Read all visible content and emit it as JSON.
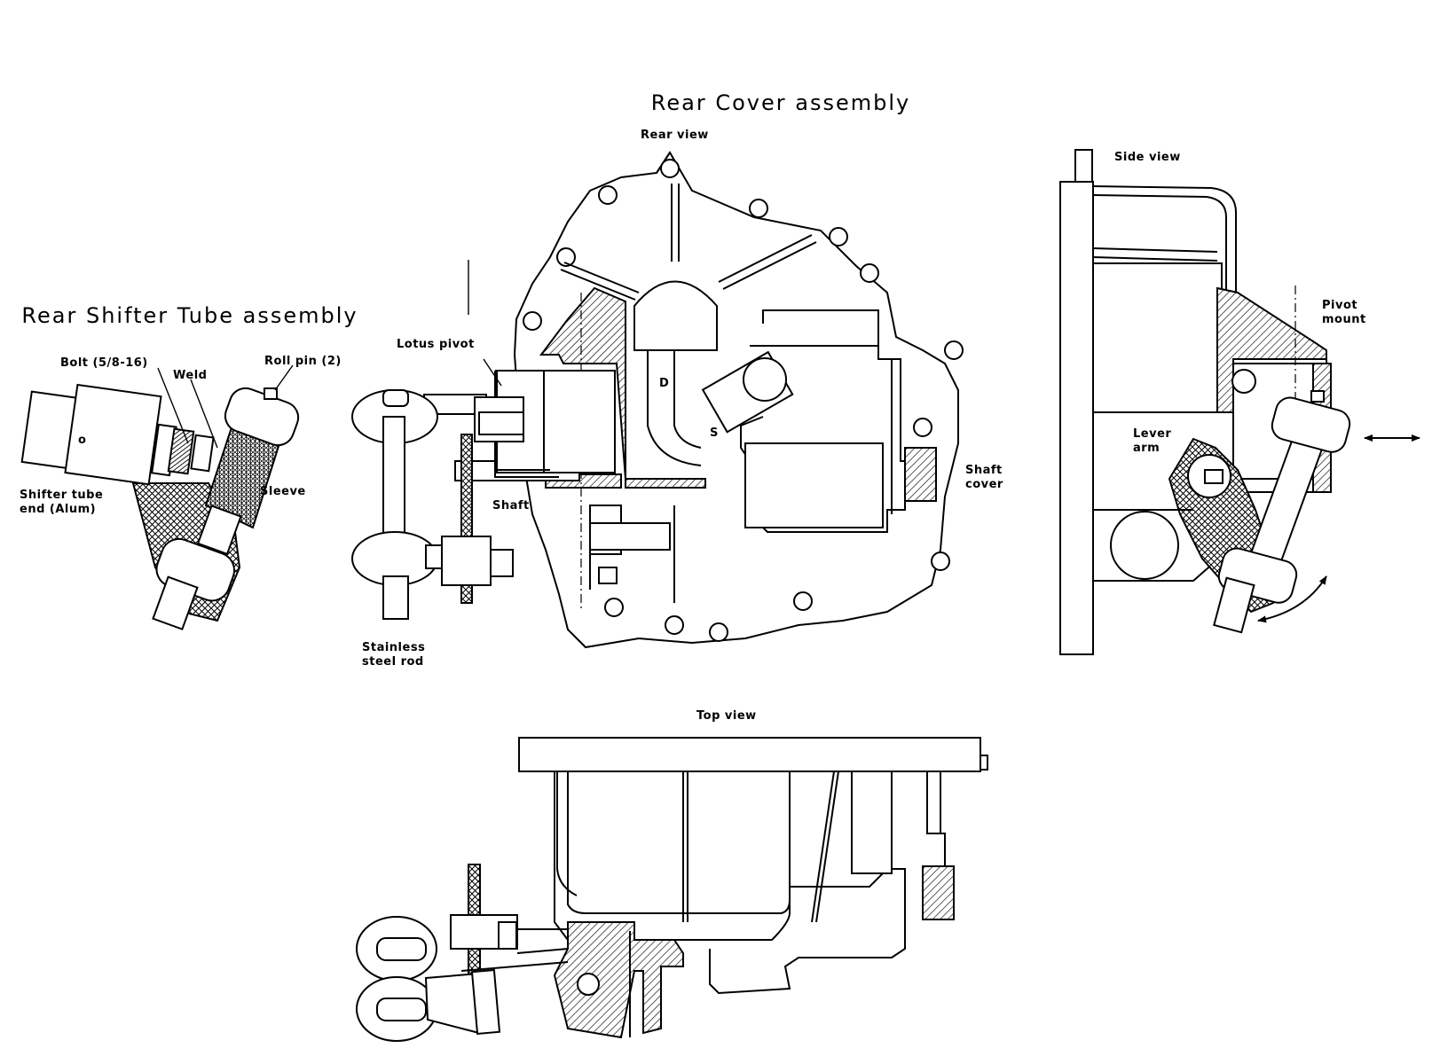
{
  "titles": {
    "rear_cover": "Rear Cover assembly",
    "rear_shifter": "Rear Shifter Tube assembly"
  },
  "views": {
    "rear": "Rear view",
    "side": "Side view",
    "top": "Top view"
  },
  "labels": {
    "bolt": "Bolt (5/8-16)",
    "weld": "Weld",
    "roll_pin": "Roll pin (2)",
    "sleeve": "Sleeve",
    "shifter_tube_end_1": "Shifter tube",
    "shifter_tube_end_2": "end (Alum)",
    "tube_mark": "o",
    "lotus_pivot": "Lotus pivot",
    "shaft": "Shaft",
    "stainless_1": "Stainless",
    "stainless_2": "steel rod",
    "shaft_cover_1": "Shaft",
    "shaft_cover_2": "cover",
    "d": "D",
    "s": "S",
    "pivot_mount_1": "Pivot",
    "pivot_mount_2": "mount",
    "lever_arm_1": "Lever",
    "lever_arm_2": "arm"
  }
}
